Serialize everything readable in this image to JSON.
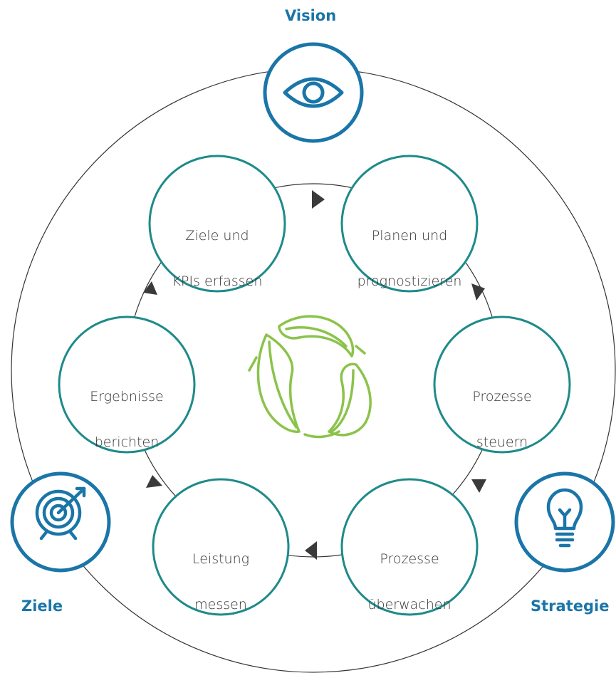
{
  "colors": {
    "blue": "#1a75a8",
    "teal": "#1f8a8a",
    "green": "#8bc34a",
    "arrow": "#3a3a3a",
    "outer_ring": "#333333"
  },
  "hubs": {
    "vision": {
      "label": "Vision",
      "icon": "eye-icon"
    },
    "ziele": {
      "label": "Ziele",
      "icon": "target-icon"
    },
    "strategie": {
      "label": "Strategie",
      "icon": "lightbulb-icon"
    }
  },
  "steps": [
    {
      "line1": "Ziele und",
      "line2": "KPIs erfassen"
    },
    {
      "line1": "Planen und",
      "line2": "prognostizieren"
    },
    {
      "line1": "Prozesse",
      "line2": "steuern"
    },
    {
      "line1": "Prozesse",
      "line2": "überwachen"
    },
    {
      "line1": "Leistung",
      "line2": "messen"
    },
    {
      "line1": "Ergebnisse",
      "line2": "berichten"
    }
  ],
  "center": {
    "icon": "recycle-leaf-icon"
  }
}
